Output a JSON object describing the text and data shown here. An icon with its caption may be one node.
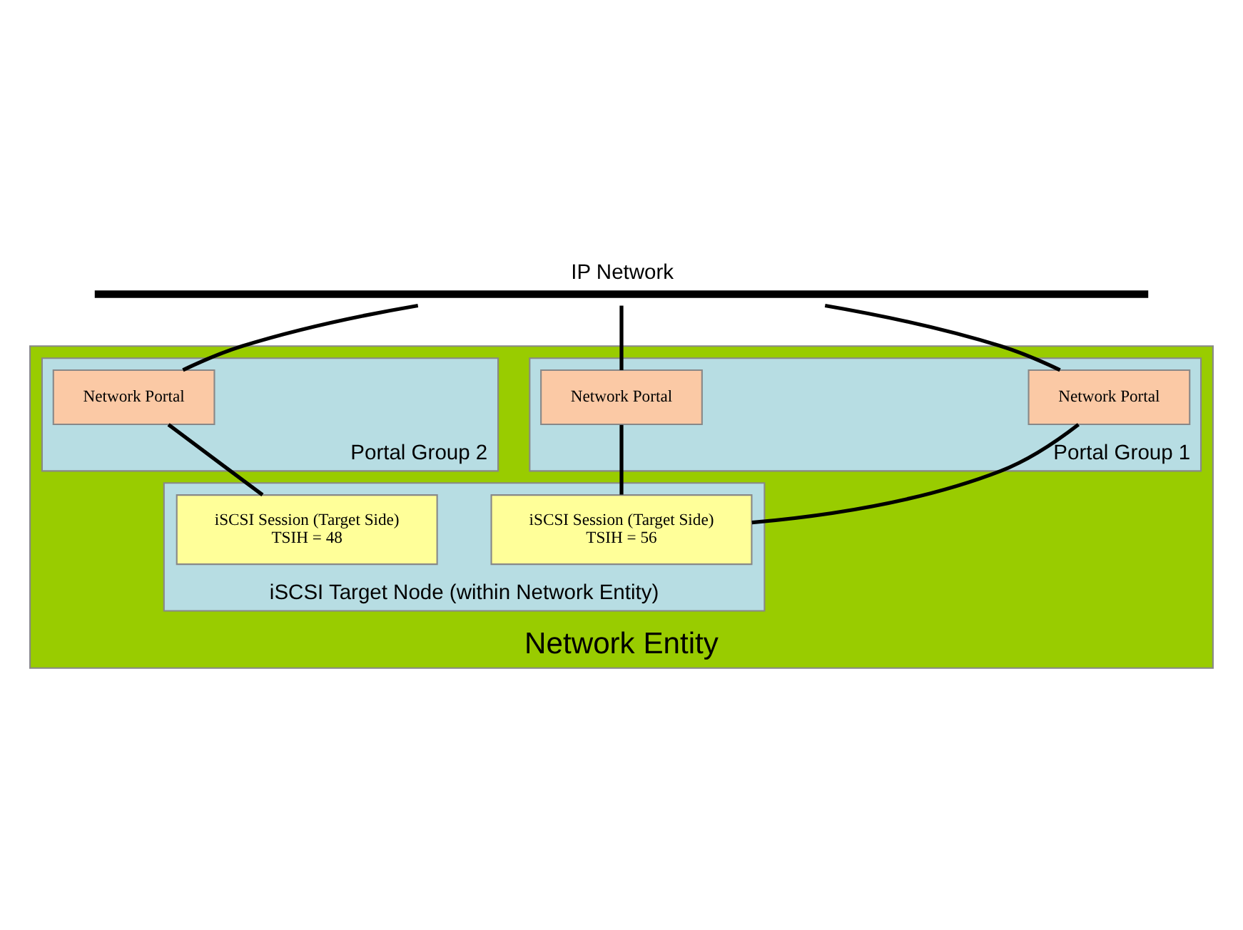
{
  "diagram": {
    "nodes": [
      {
        "text": [
          "IP Network"
        ]
      },
      {
        "text": [
          "Network Entity"
        ]
      },
      {
        "text": [
          "Portal Group 1"
        ],
        "in": 1
      },
      {
        "text": [
          "Network Portal"
        ],
        "in": 2
      },
      {
        "text": [
          "Network Portal"
        ],
        "in": 2
      },
      {
        "text": [
          "Portal Group 2"
        ],
        "in": 1
      },
      {
        "text": [
          "Network Portal"
        ],
        "in": 5
      },
      {
        "text": [
          "iSCSI Target Node (within Network Entity)"
        ],
        "in": 1
      },
      {
        "text": [
          "iSCSI Session (Target Side)",
          "TSIH = 56"
        ],
        "in": 7
      },
      {
        "text": [
          "iSCSI Session (Target Side)",
          "TSIH = 48"
        ],
        "in": 7
      }
    ],
    "edges": [
      {
        "from": 0,
        "to": 3,
        "arrow": "none"
      },
      {
        "from": 0,
        "to": 4,
        "arrow": "none"
      },
      {
        "from": 0,
        "to": 6,
        "arrow": "none"
      },
      {
        "from": 3,
        "to": 8,
        "arrow": "none"
      },
      {
        "from": 4,
        "to": 8,
        "arrow": "none"
      },
      {
        "from": 6,
        "to": 9,
        "arrow": "none"
      }
    ]
  }
}
